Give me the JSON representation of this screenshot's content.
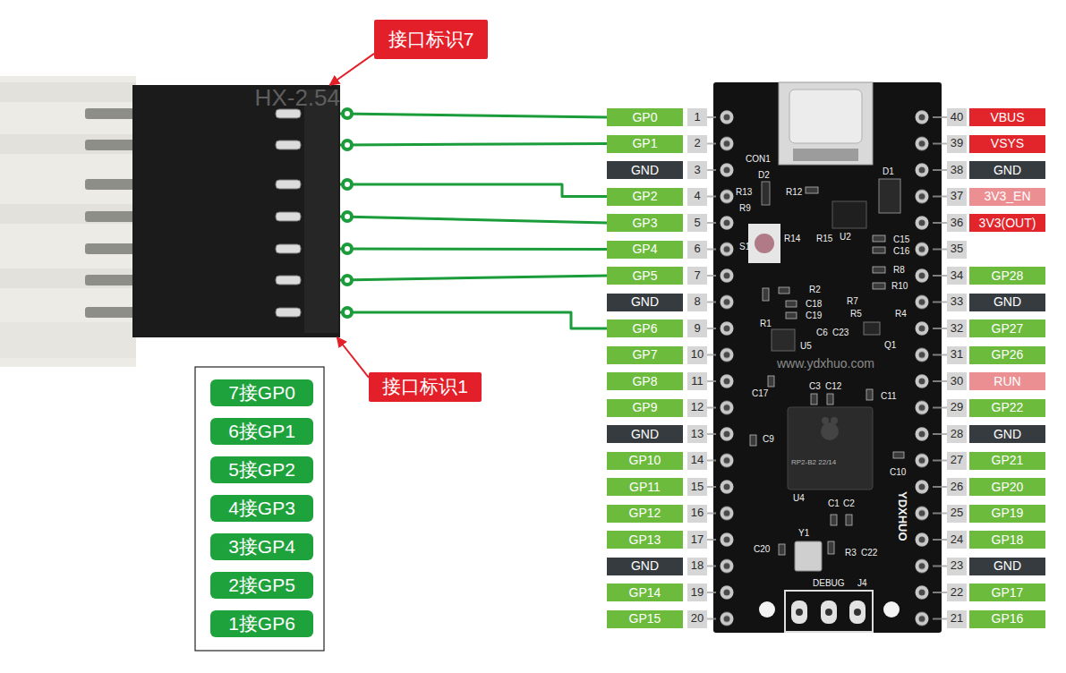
{
  "diagram": {
    "nodes": [
      {
        "text": [
          "HX-2.54"
        ]
      },
      {
        "text": [
          "接口标识7"
        ]
      },
      {
        "text": [
          "接口标识1"
        ]
      },
      {
        "text": [
          "7接GP0"
        ]
      },
      {
        "text": [
          "6接GP1"
        ]
      },
      {
        "text": [
          "5接GP2"
        ]
      },
      {
        "text": [
          "4接GP3"
        ]
      },
      {
        "text": [
          "3接GP4"
        ]
      },
      {
        "text": [
          "2接GP5"
        ]
      },
      {
        "text": [
          "1接GP6"
        ]
      },
      {
        "text": [
          "GP0"
        ]
      },
      {
        "text": [
          "1"
        ]
      },
      {
        "text": [
          "40"
        ]
      },
      {
        "text": [
          "VBUS"
        ]
      },
      {
        "text": [
          "GP1"
        ]
      },
      {
        "text": [
          "2"
        ]
      },
      {
        "text": [
          "39"
        ]
      },
      {
        "text": [
          "VSYS"
        ]
      },
      {
        "text": [
          "GND"
        ]
      },
      {
        "text": [
          "3"
        ]
      },
      {
        "text": [
          "38"
        ]
      },
      {
        "text": [
          "GND"
        ]
      },
      {
        "text": [
          "GP2"
        ]
      },
      {
        "text": [
          "4"
        ]
      },
      {
        "text": [
          "37"
        ]
      },
      {
        "text": [
          "3V3_EN"
        ]
      },
      {
        "text": [
          "GP3"
        ]
      },
      {
        "text": [
          "5"
        ]
      },
      {
        "text": [
          "36"
        ]
      },
      {
        "text": [
          "3V3(OUT)"
        ]
      },
      {
        "text": [
          "GP4"
        ]
      },
      {
        "text": [
          "6"
        ]
      },
      {
        "text": [
          "35"
        ]
      },
      {
        "text": [
          "GP5"
        ]
      },
      {
        "text": [
          "7"
        ]
      },
      {
        "text": [
          "34"
        ]
      },
      {
        "text": [
          "GP28"
        ]
      },
      {
        "text": [
          "GND"
        ]
      },
      {
        "text": [
          "8"
        ]
      },
      {
        "text": [
          "33"
        ]
      },
      {
        "text": [
          "GND"
        ]
      },
      {
        "text": [
          "GP6"
        ]
      },
      {
        "text": [
          "9"
        ]
      },
      {
        "text": [
          "32"
        ]
      },
      {
        "text": [
          "GP27"
        ]
      },
      {
        "text": [
          "GP7"
        ]
      },
      {
        "text": [
          "10"
        ]
      },
      {
        "text": [
          "31"
        ]
      },
      {
        "text": [
          "GP26"
        ]
      },
      {
        "text": [
          "GP8"
        ]
      },
      {
        "text": [
          "11"
        ]
      },
      {
        "text": [
          "30"
        ]
      },
      {
        "text": [
          "RUN"
        ]
      },
      {
        "text": [
          "GP9"
        ]
      },
      {
        "text": [
          "12"
        ]
      },
      {
        "text": [
          "29"
        ]
      },
      {
        "text": [
          "GP22"
        ]
      },
      {
        "text": [
          "GND"
        ]
      },
      {
        "text": [
          "13"
        ]
      },
      {
        "text": [
          "28"
        ]
      },
      {
        "text": [
          "GND"
        ]
      },
      {
        "text": [
          "GP10"
        ]
      },
      {
        "text": [
          "14"
        ]
      },
      {
        "text": [
          "27"
        ]
      },
      {
        "text": [
          "GP21"
        ]
      },
      {
        "text": [
          "GP11"
        ]
      },
      {
        "text": [
          "15"
        ]
      },
      {
        "text": [
          "26"
        ]
      },
      {
        "text": [
          "GP20"
        ]
      },
      {
        "text": [
          "GP12"
        ]
      },
      {
        "text": [
          "16"
        ]
      },
      {
        "text": [
          "25"
        ]
      },
      {
        "text": [
          "GP19"
        ]
      },
      {
        "text": [
          "GP13"
        ]
      },
      {
        "text": [
          "17"
        ]
      },
      {
        "text": [
          "24"
        ]
      },
      {
        "text": [
          "GP18"
        ]
      },
      {
        "text": [
          "GND"
        ]
      },
      {
        "text": [
          "18"
        ]
      },
      {
        "text": [
          "23"
        ]
      },
      {
        "text": [
          "GND"
        ]
      },
      {
        "text": [
          "GP14"
        ]
      },
      {
        "text": [
          "19"
        ]
      },
      {
        "text": [
          "22"
        ]
      },
      {
        "text": [
          "GP17"
        ]
      },
      {
        "text": [
          "GP15"
        ]
      },
      {
        "text": [
          "20"
        ]
      },
      {
        "text": [
          "21"
        ]
      },
      {
        "text": [
          "GP16"
        ]
      }
    ],
    "edges": [
      {
        "from": 0,
        "to": 10,
        "arrow": "none"
      },
      {
        "from": 0,
        "to": 14,
        "arrow": "none"
      },
      {
        "from": 0,
        "to": 22,
        "arrow": "none"
      },
      {
        "from": 0,
        "to": 26,
        "arrow": "none"
      },
      {
        "from": 0,
        "to": 30,
        "arrow": "none"
      },
      {
        "from": 0,
        "to": 33,
        "arrow": "none"
      },
      {
        "from": 0,
        "to": 41,
        "arrow": "none"
      },
      {
        "from": 1,
        "to": 0,
        "arrow": "to"
      },
      {
        "from": 2,
        "to": 0,
        "arrow": "to"
      }
    ],
    "labels": [
      "CON1",
      "D2",
      "D1",
      "R13",
      "R9",
      "R12",
      "S1",
      "R14",
      "R15",
      "U2",
      "C15",
      "C16",
      "R8",
      "R10",
      "R2",
      "C18",
      "C19",
      "R7",
      "R5",
      "R1",
      "C6",
      "C23",
      "R4",
      "Q1",
      "U5",
      "www.ydxhuo.com",
      "C3",
      "C12",
      "C11",
      "C17",
      "C9",
      "RP2-B2 22/14",
      "U4",
      "C10",
      "C1",
      "C2",
      "Y1",
      "C20",
      "R3",
      "C22",
      "DEBUG",
      "J4",
      "YDXHUO"
    ]
  }
}
